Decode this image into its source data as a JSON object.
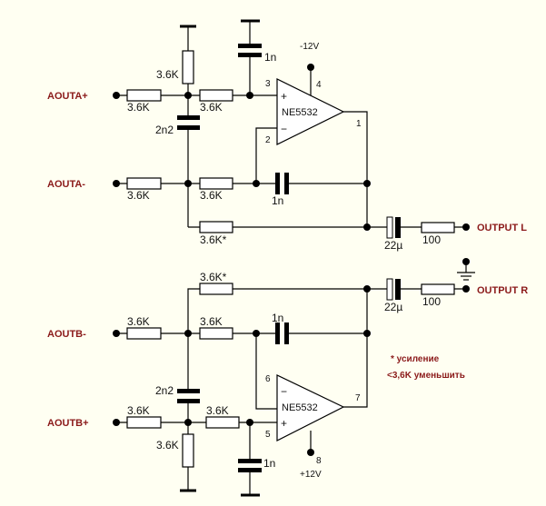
{
  "inputs": {
    "aouta_plus": "AOUTA+",
    "aouta_minus": "AOUTA-",
    "aoutb_minus": "AOUTB-",
    "aoutb_plus": "AOUTB+"
  },
  "outputs": {
    "left": "OUTPUT L",
    "right": "OUTPUT R"
  },
  "opamp": {
    "part": "NE5532",
    "supply_neg": "-12V",
    "supply_pos": "+12V",
    "a": {
      "pin_plus": "3",
      "pin_minus": "2",
      "pin_out": "1",
      "pin_pwr": "4",
      "plus_sign": "+",
      "minus_sign": "−"
    },
    "b": {
      "pin_plus": "5",
      "pin_minus": "6",
      "pin_out": "7",
      "pin_pwr": "8",
      "plus_sign": "+",
      "minus_sign": "−"
    }
  },
  "components": {
    "r_36k": "3.6K",
    "r_36k_star": "3.6K*",
    "c_1n": "1n",
    "c_2n2": "2n2",
    "c_22u": "22µ",
    "r_100": "100"
  },
  "notes": {
    "line1": "* усиление",
    "line2": "<3,6K уменьшить"
  },
  "colors": {
    "background": "#FFFFF2",
    "signal_label": "#8B1A1A"
  }
}
